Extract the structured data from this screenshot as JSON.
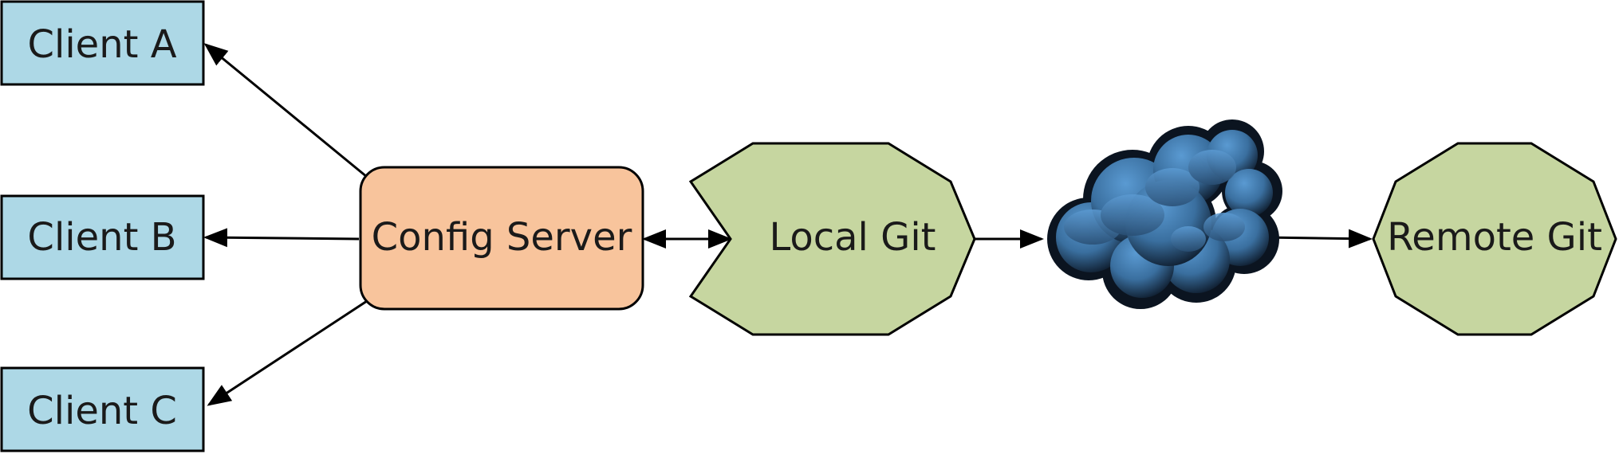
{
  "nodes": {
    "client_a": {
      "label": "Client A",
      "shape": "rectangle",
      "fill": "#add8e6"
    },
    "client_b": {
      "label": "Client B",
      "shape": "rectangle",
      "fill": "#add8e6"
    },
    "client_c": {
      "label": "Client C",
      "shape": "rectangle",
      "fill": "#add8e6"
    },
    "config_server": {
      "label": "Config Server",
      "shape": "rounded-rectangle",
      "fill": "#f8c49c"
    },
    "local_git": {
      "label": "Local Git",
      "shape": "octagon",
      "fill": "#c6d6a0"
    },
    "cloud": {
      "label": "",
      "shape": "cloud",
      "fill": "#3f7fb8"
    },
    "remote_git": {
      "label": "Remote Git",
      "shape": "octagon",
      "fill": "#c6d6a0"
    }
  },
  "edges": [
    {
      "from": "config_server",
      "to": "client_a",
      "direction": "forward"
    },
    {
      "from": "config_server",
      "to": "client_b",
      "direction": "forward"
    },
    {
      "from": "config_server",
      "to": "client_c",
      "direction": "forward"
    },
    {
      "from": "config_server",
      "to": "local_git",
      "direction": "both"
    },
    {
      "from": "local_git",
      "to": "cloud",
      "direction": "forward"
    },
    {
      "from": "cloud",
      "to": "remote_git",
      "direction": "forward"
    }
  ],
  "colors": {
    "stroke": "#000000",
    "text": "#1a1a1a",
    "client_fill": "#add8e6",
    "server_fill": "#f8c49c",
    "git_fill": "#c6d6a0",
    "cloud_fill": "#3f7fb8",
    "cloud_shadow": "#0b1420"
  }
}
